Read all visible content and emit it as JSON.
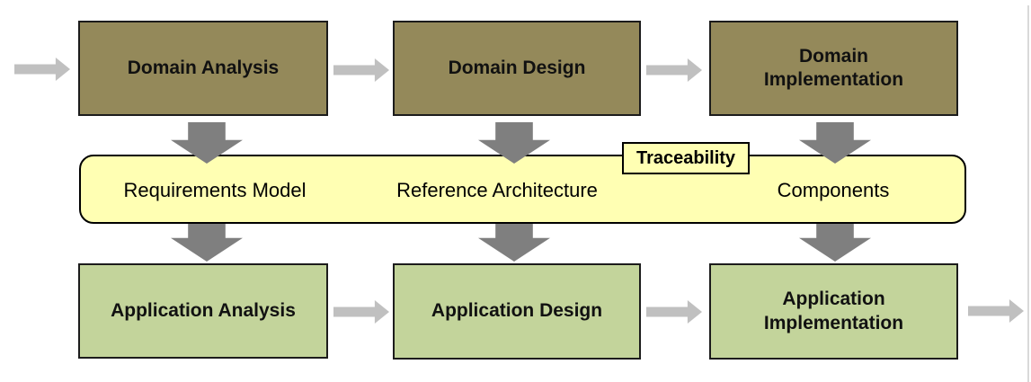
{
  "colors": {
    "domain_box_fill": "#94895a",
    "application_box_fill": "#c3d49b",
    "band_fill": "#ffffb3",
    "box_border": "#1c1c1c",
    "down_arrow": "#7f7f7f",
    "flow_arrow": "#c0c0c0",
    "page_edge": "#d9d9d9"
  },
  "top_row": {
    "boxes": [
      {
        "label": "Domain Analysis"
      },
      {
        "label": "Domain Design"
      },
      {
        "label": "Domain Implementation"
      }
    ]
  },
  "middle_band": {
    "artifacts": [
      {
        "label": "Requirements Model"
      },
      {
        "label": "Reference Architecture"
      },
      {
        "label": "Components"
      }
    ],
    "tag_label": "Traceability"
  },
  "bottom_row": {
    "boxes": [
      {
        "label": "Application Analysis"
      },
      {
        "label": "Application Design"
      },
      {
        "label": "Application Implementation"
      }
    ]
  }
}
